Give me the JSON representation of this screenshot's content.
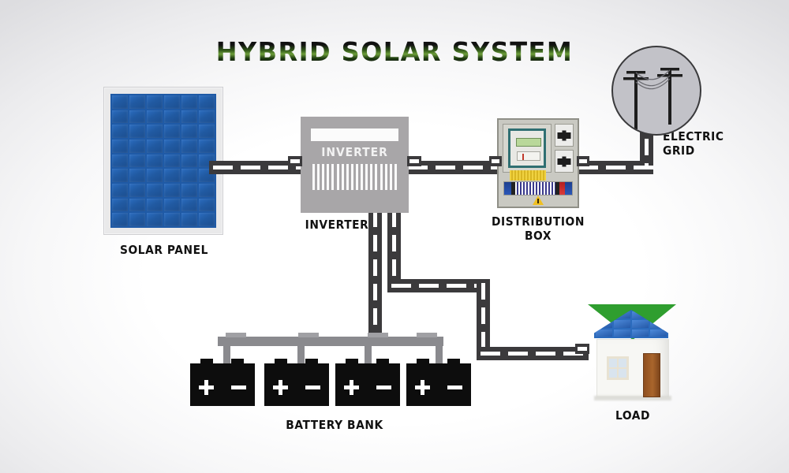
{
  "diagram": {
    "title": "HYBRID SOLAR SYSTEM",
    "background_center": "#ffffff",
    "background_edge": "#dddde0",
    "title_color": "#111111",
    "title_accent": "#6d9e3a"
  },
  "components": {
    "solar_panel": {
      "label": "SOLAR PANEL",
      "cell_columns": 6,
      "cell_rows": 9,
      "cell_color": "#215aa2",
      "frame_color": "#e9e9ea"
    },
    "inverter": {
      "label": "INVERTER",
      "display_text": "INVERTER",
      "body_color": "#a8a6a8",
      "vent_count": 18
    },
    "distribution_box": {
      "label": "DISTRIBUTION\nBOX",
      "body_color": "#c9c9c2",
      "meter_border_color": "#2f6f72",
      "lcd_color": "#b9d89a",
      "breaker_count": 2,
      "warning_color": "#f0c020"
    },
    "electric_grid": {
      "label": "ELECTRIC\nGRID",
      "circle_color": "#c2c2c8",
      "pole_count": 2,
      "pole_color": "#1d1d1d"
    },
    "battery_bank": {
      "label": "BATTERY BANK",
      "battery_count": 4,
      "battery_color": "#0d0d0d",
      "busbar_color": "#8a8a8e",
      "terminals": [
        "+",
        "-"
      ]
    },
    "load": {
      "label": "LOAD",
      "roof_color": "#2f9e2f",
      "wall_color": "#f7f7f4",
      "door_color": "#a9652c",
      "roof_panel_color": "#2b6bbd",
      "roof_panel_columns": 4,
      "roof_panel_rows": 3
    }
  },
  "cables": {
    "color": "#3b3a3c",
    "dash_color": "#ffffff",
    "connections": [
      "solar-panel-to-inverter",
      "inverter-to-distribution-box",
      "distribution-box-to-electric-grid",
      "inverter-to-battery-bank",
      "inverter-to-load"
    ]
  }
}
